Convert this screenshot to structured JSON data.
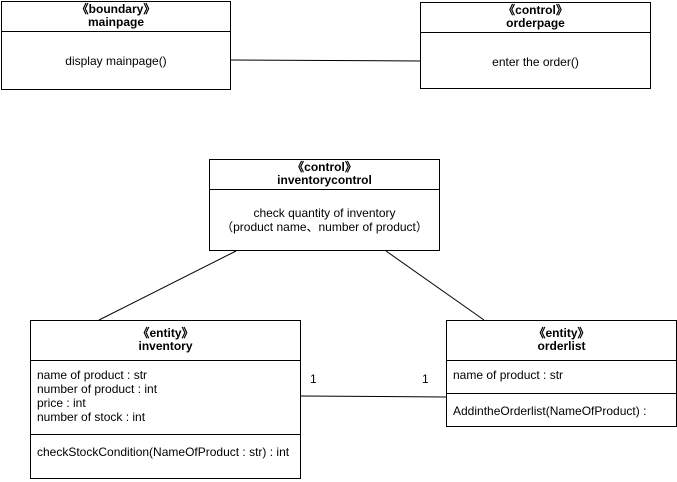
{
  "classes": {
    "mainpage": {
      "stereotype": "《boundary》",
      "name": "mainpage",
      "operation": "display mainpage()"
    },
    "orderpage": {
      "stereotype": "《control》",
      "name": "orderpage",
      "operation": "enter the order()"
    },
    "inventorycontrol": {
      "stereotype": "《control》",
      "name": "inventorycontrol",
      "operation_line1": "check quantity of inventory",
      "operation_line2": "（product name、number of product）"
    },
    "inventory": {
      "stereotype": "《entity》",
      "name": "inventory",
      "attributes": [
        "name of product : str",
        "number of product : int",
        "price : int",
        "number of stock : int"
      ],
      "operation": "checkStockCondition(NameOfProduct : str) : int"
    },
    "orderlist": {
      "stereotype": "《entity》",
      "name": "orderlist",
      "attributes": [
        "name of product : str"
      ],
      "operation": "AddintheOrderlist(NameOfProduct) :"
    }
  },
  "multiplicities": {
    "inventory_end": "1",
    "orderlist_end": "1"
  }
}
